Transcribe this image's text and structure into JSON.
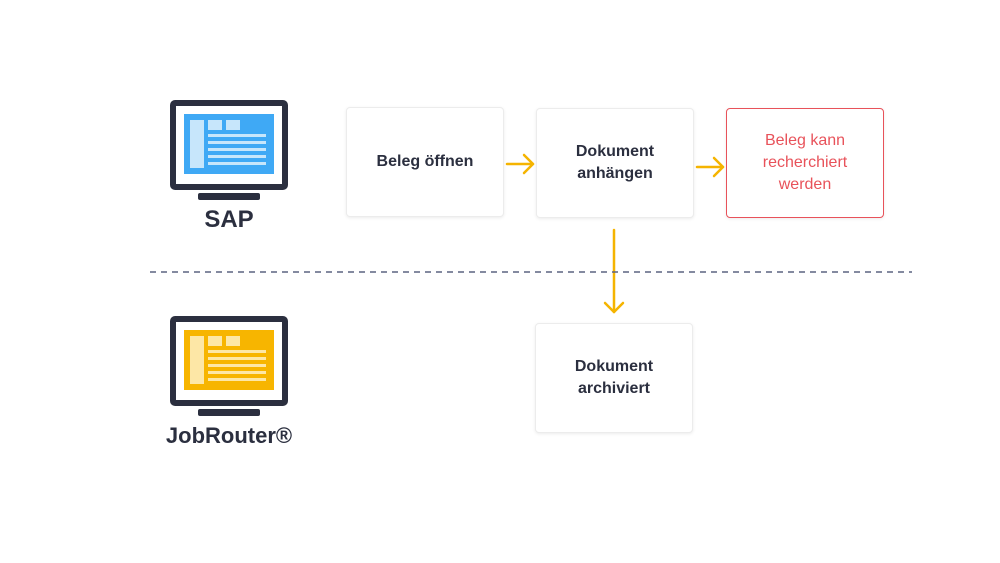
{
  "systems": {
    "sap": {
      "label": "SAP",
      "icon": "sap-monitor-icon",
      "screen_color": "#3fa9f5"
    },
    "jobrouter": {
      "label": "JobRouter®",
      "icon": "jobrouter-monitor-icon",
      "screen_color": "#f7b500"
    }
  },
  "steps": {
    "open": {
      "label": "Beleg öffnen"
    },
    "attach": {
      "label": "Dokument\nanhängen"
    },
    "result": {
      "label": "Beleg kann\nrecherchiert\nwerden"
    },
    "archived": {
      "label": "Dokument\narchiviert"
    }
  },
  "colors": {
    "arrow": "#f5b400",
    "divider": "#5c6380",
    "result_border": "#e8525a",
    "text_dark": "#2b2f3f",
    "monitor_frame": "#2b2f3f"
  }
}
